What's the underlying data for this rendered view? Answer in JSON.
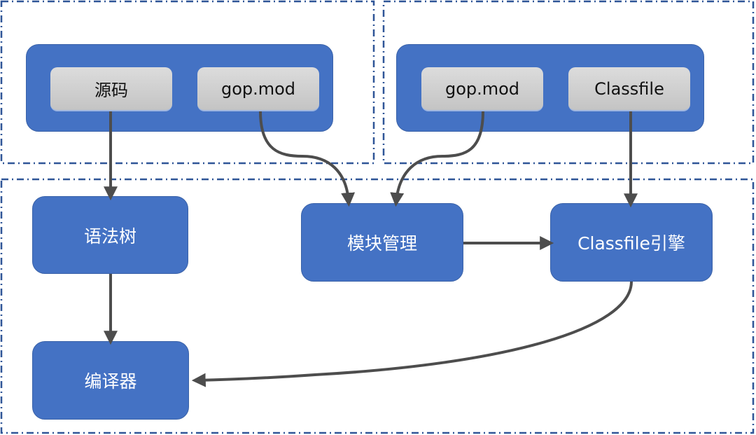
{
  "regions": [
    {
      "id": "source-region",
      "label": ""
    },
    {
      "id": "deps-region",
      "label": ""
    },
    {
      "id": "compile-region",
      "label": ""
    }
  ],
  "groups": {
    "source": {
      "chips": [
        "源码",
        "gop.mod"
      ]
    },
    "deps": {
      "chips": [
        "gop.mod",
        "Classfile"
      ]
    }
  },
  "nodes": {
    "ast": "语法树",
    "compiler": "编译器",
    "module_mgmt": "模块管理",
    "classfile_engine": "Classfile引擎"
  },
  "edges": [
    {
      "from": "源码",
      "to": "语法树"
    },
    {
      "from": "gop.mod (source)",
      "to": "模块管理"
    },
    {
      "from": "gop.mod (deps)",
      "to": "模块管理"
    },
    {
      "from": "Classfile",
      "to": "Classfile引擎"
    },
    {
      "from": "模块管理",
      "to": "Classfile引擎"
    },
    {
      "from": "语法树",
      "to": "编译器"
    },
    {
      "from": "Classfile引擎",
      "to": "编译器"
    }
  ],
  "colors": {
    "node_fill": "#4472c4",
    "chip_fill": "#d0d0d0",
    "arrow": "#4d4d4d",
    "region_border": "#2f5597"
  }
}
